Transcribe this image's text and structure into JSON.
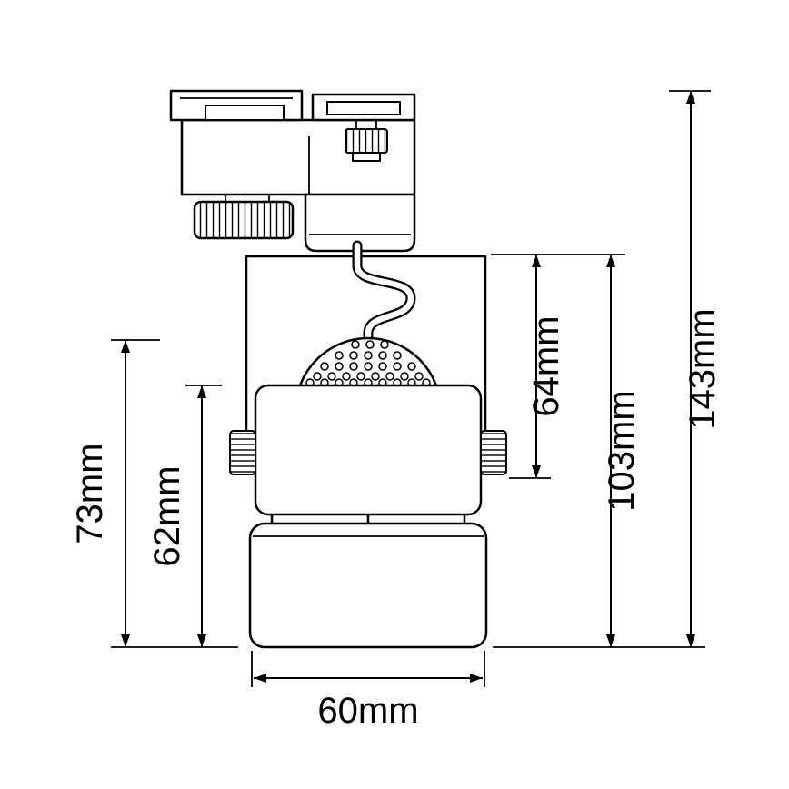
{
  "drawing": {
    "type": "technical-dimension-diagram",
    "subject": "track-light-fixture",
    "line_color": "#000000",
    "background_color": "#ffffff",
    "dimensions": {
      "d73": "73mm",
      "d62": "62mm",
      "d64": "64mm",
      "d103": "103mm",
      "d143": "143mm",
      "d60": "60mm"
    }
  }
}
